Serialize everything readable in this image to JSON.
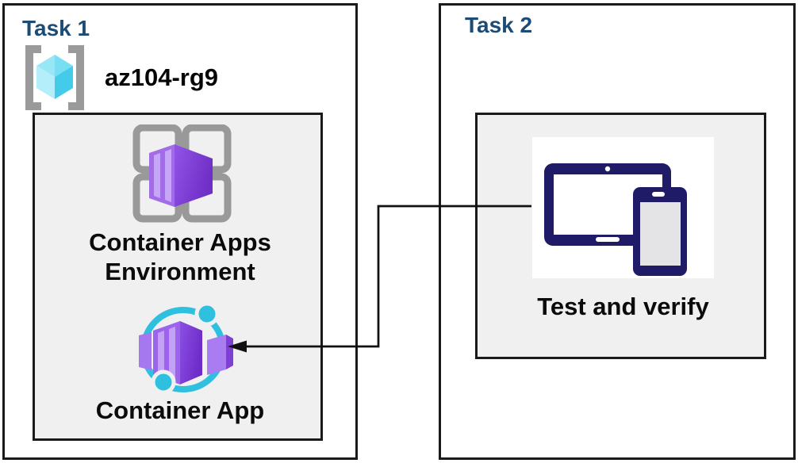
{
  "diagram": {
    "task1": {
      "title": "Task 1",
      "resource_group_name": "az104-rg9",
      "environment_label": "Container Apps Environment",
      "app_label": "Container App"
    },
    "task2": {
      "title": "Task 2",
      "verify_label": "Test and verify"
    },
    "connector": {
      "from": "devices-icon",
      "to": "container-app-icon",
      "style": "right-angle-arrow"
    },
    "colors": {
      "title_navy": "#1c4b75",
      "box_border": "#1a1a1a",
      "inner_panel_gray": "#f0f0f0",
      "icon_frame_gray": "#999999",
      "device_navy": "#1f1b66",
      "accent_cyan": "#2fbfdf",
      "cube_cyan_light": "#97e7f6",
      "cube_cyan_dark": "#3cc8e8",
      "purple_light": "#a678f0",
      "purple_mid": "#9c64ec",
      "purple_dark": "#7333c9",
      "label_black": "#0b0b0b"
    },
    "icons": [
      "resource-group-icon",
      "container-apps-environment-icon",
      "container-app-icon",
      "devices-icon",
      "connector-arrow"
    ]
  }
}
